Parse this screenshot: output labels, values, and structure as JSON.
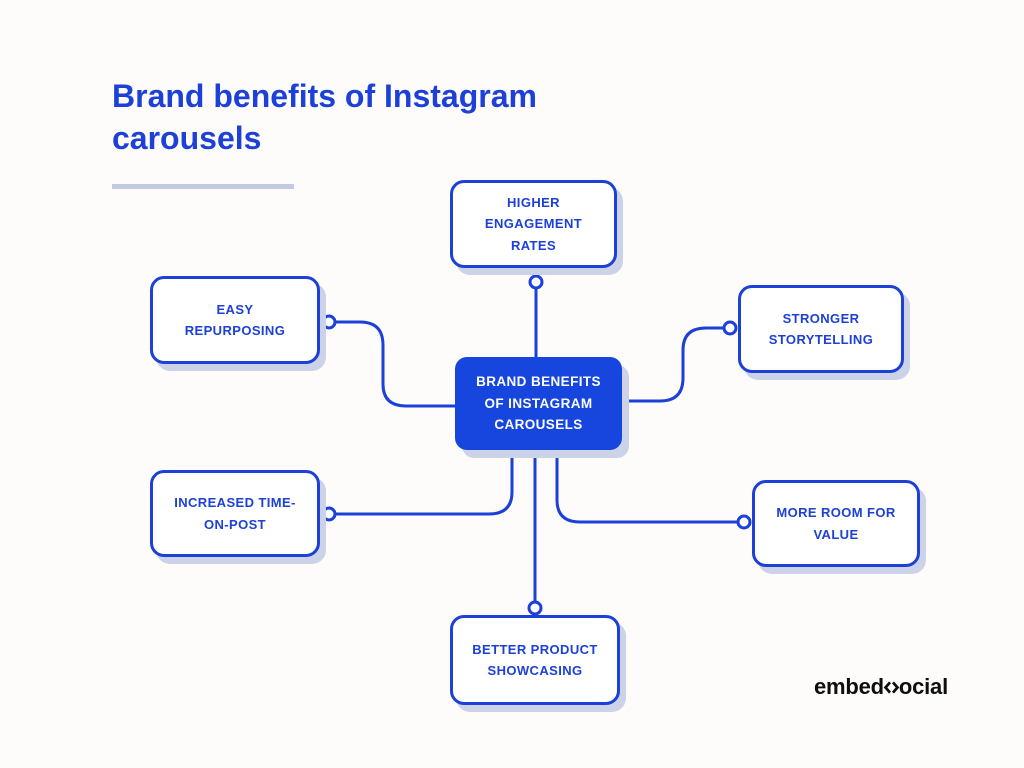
{
  "theme": {
    "background": "#fdfcfa",
    "primary_blue": "#1c40d8",
    "center_fill": "#1646de",
    "shadow": "#ccd2e8",
    "underline": "#c3c9e2",
    "logo_black": "#0e0e0e"
  },
  "title": {
    "lines": [
      "Brand benefits of Instagram",
      "carousels"
    ]
  },
  "diagram": {
    "center_node": {
      "label": "BRAND BENEFITS OF INSTAGRAM CAROUSELS"
    },
    "nodes": [
      {
        "label": "HIGHER ENGAGEMENT RATES",
        "position": "top"
      },
      {
        "label": "EASY REPURPOSING",
        "position": "upper-left"
      },
      {
        "label": "STRONGER STORYTELLING",
        "position": "upper-right"
      },
      {
        "label": "INCREASED TIME-ON-POST",
        "position": "lower-left"
      },
      {
        "label": "MORE ROOM FOR VALUE",
        "position": "lower-right"
      },
      {
        "label": "BETTER PRODUCT SHOWCASING",
        "position": "bottom"
      }
    ]
  },
  "branding": {
    "logo_full_name": "embedsocial",
    "logo_prefix": "embed",
    "logo_suffix": "ocial",
    "logo_icon": "chevron-diamond-icon"
  }
}
